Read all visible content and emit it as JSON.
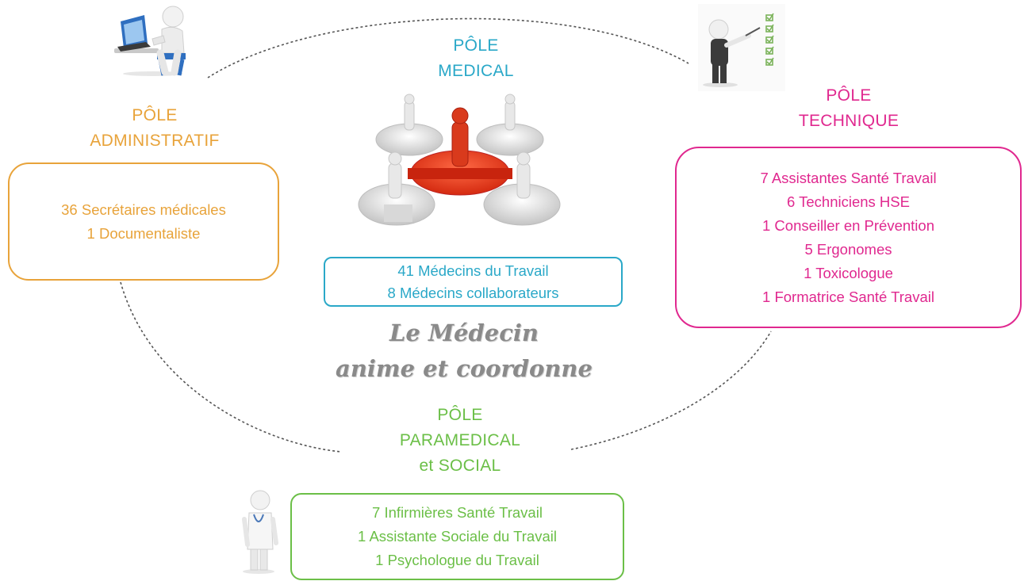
{
  "poles": {
    "administratif": {
      "title_line1": "PÔLE",
      "title_line2": "ADMINISTRATIF",
      "items": [
        "36 Secrétaires médicales",
        "1 Documentaliste"
      ]
    },
    "medical": {
      "title_line1": "PÔLE",
      "title_line2": "MEDICAL",
      "items": [
        "41 Médecins du Travail",
        "8 Médecins collaborateurs"
      ]
    },
    "technique": {
      "title_line1": "PÔLE",
      "title_line2": "TECHNIQUE",
      "items": [
        "7 Assistantes Santé Travail",
        "6 Techniciens HSE",
        "1 Conseiller en Prévention",
        "5 Ergonomes",
        "1 Toxicologue",
        "1 Formatrice Santé Travail"
      ]
    },
    "paramedical": {
      "title_line1": "PÔLE",
      "title_line2": "PARAMEDICAL",
      "title_line3": "et SOCIAL",
      "items": [
        "7 Infirmières Santé Travail",
        "1 Assistante Sociale du Travail",
        "1 Psychologue du Travail"
      ]
    }
  },
  "tagline": {
    "line1": "Le Médecin",
    "line2": "anime et coordonne"
  },
  "colors": {
    "administratif": "#E8A33A",
    "medical": "#2AA8C8",
    "technique": "#E0288F",
    "paramedical": "#6BBF47",
    "tagline": "#8a8a8a",
    "connector": "#555555"
  },
  "icons": {
    "administratif": "person-at-computer-icon",
    "medical": "people-on-gears-icon",
    "technique": "presenter-checklist-icon",
    "paramedical": "doctor-figure-icon"
  }
}
